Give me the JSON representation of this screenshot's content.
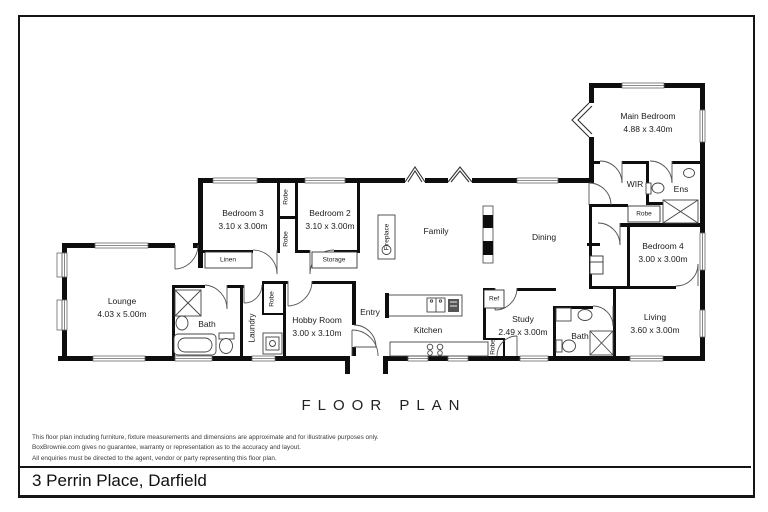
{
  "page": {
    "floor_plan_title": "FLOOR PLAN",
    "address": "3 Perrin Place, Darfield",
    "disclaimer": [
      "This floor plan including furniture, fixture measurements and dimensions are approximate and for illustrative purposes only.",
      "BoxBrownie.com gives no guarantee, warranty or representation as to the accuracy and layout.",
      "All enquiries must be directed to the agent, vendor or party representing this floor plan."
    ]
  },
  "rooms": {
    "main_bedroom": {
      "name": "Main Bedroom",
      "dims": "4.88 x 3.40m"
    },
    "bedroom2": {
      "name": "Bedroom 2",
      "dims": "3.10 x 3.00m"
    },
    "bedroom3": {
      "name": "Bedroom 3",
      "dims": "3.10 x 3.00m"
    },
    "bedroom4": {
      "name": "Bedroom 4",
      "dims": "3.00 x 3.00m"
    },
    "lounge": {
      "name": "Lounge",
      "dims": "4.03 x 5.00m"
    },
    "hobby": {
      "name": "Hobby Room",
      "dims": "3.00 x 3.10m"
    },
    "study": {
      "name": "Study",
      "dims": "2.49 x 3.00m"
    },
    "living": {
      "name": "Living",
      "dims": "3.60 x 3.00m"
    },
    "family": {
      "name": "Family"
    },
    "dining": {
      "name": "Dining"
    },
    "kitchen": {
      "name": "Kitchen"
    },
    "entry": {
      "name": "Entry"
    },
    "wir": {
      "name": "WIR"
    },
    "ens": {
      "name": "Ens"
    },
    "bath_left": {
      "name": "Bath"
    },
    "bath_right": {
      "name": "Bath"
    },
    "laundry": {
      "name": "Laundry"
    }
  },
  "labels": {
    "robe": "Robe",
    "linen": "Linen",
    "storage": "Storage",
    "ref": "Ref",
    "fireplace": "Fireplace"
  }
}
